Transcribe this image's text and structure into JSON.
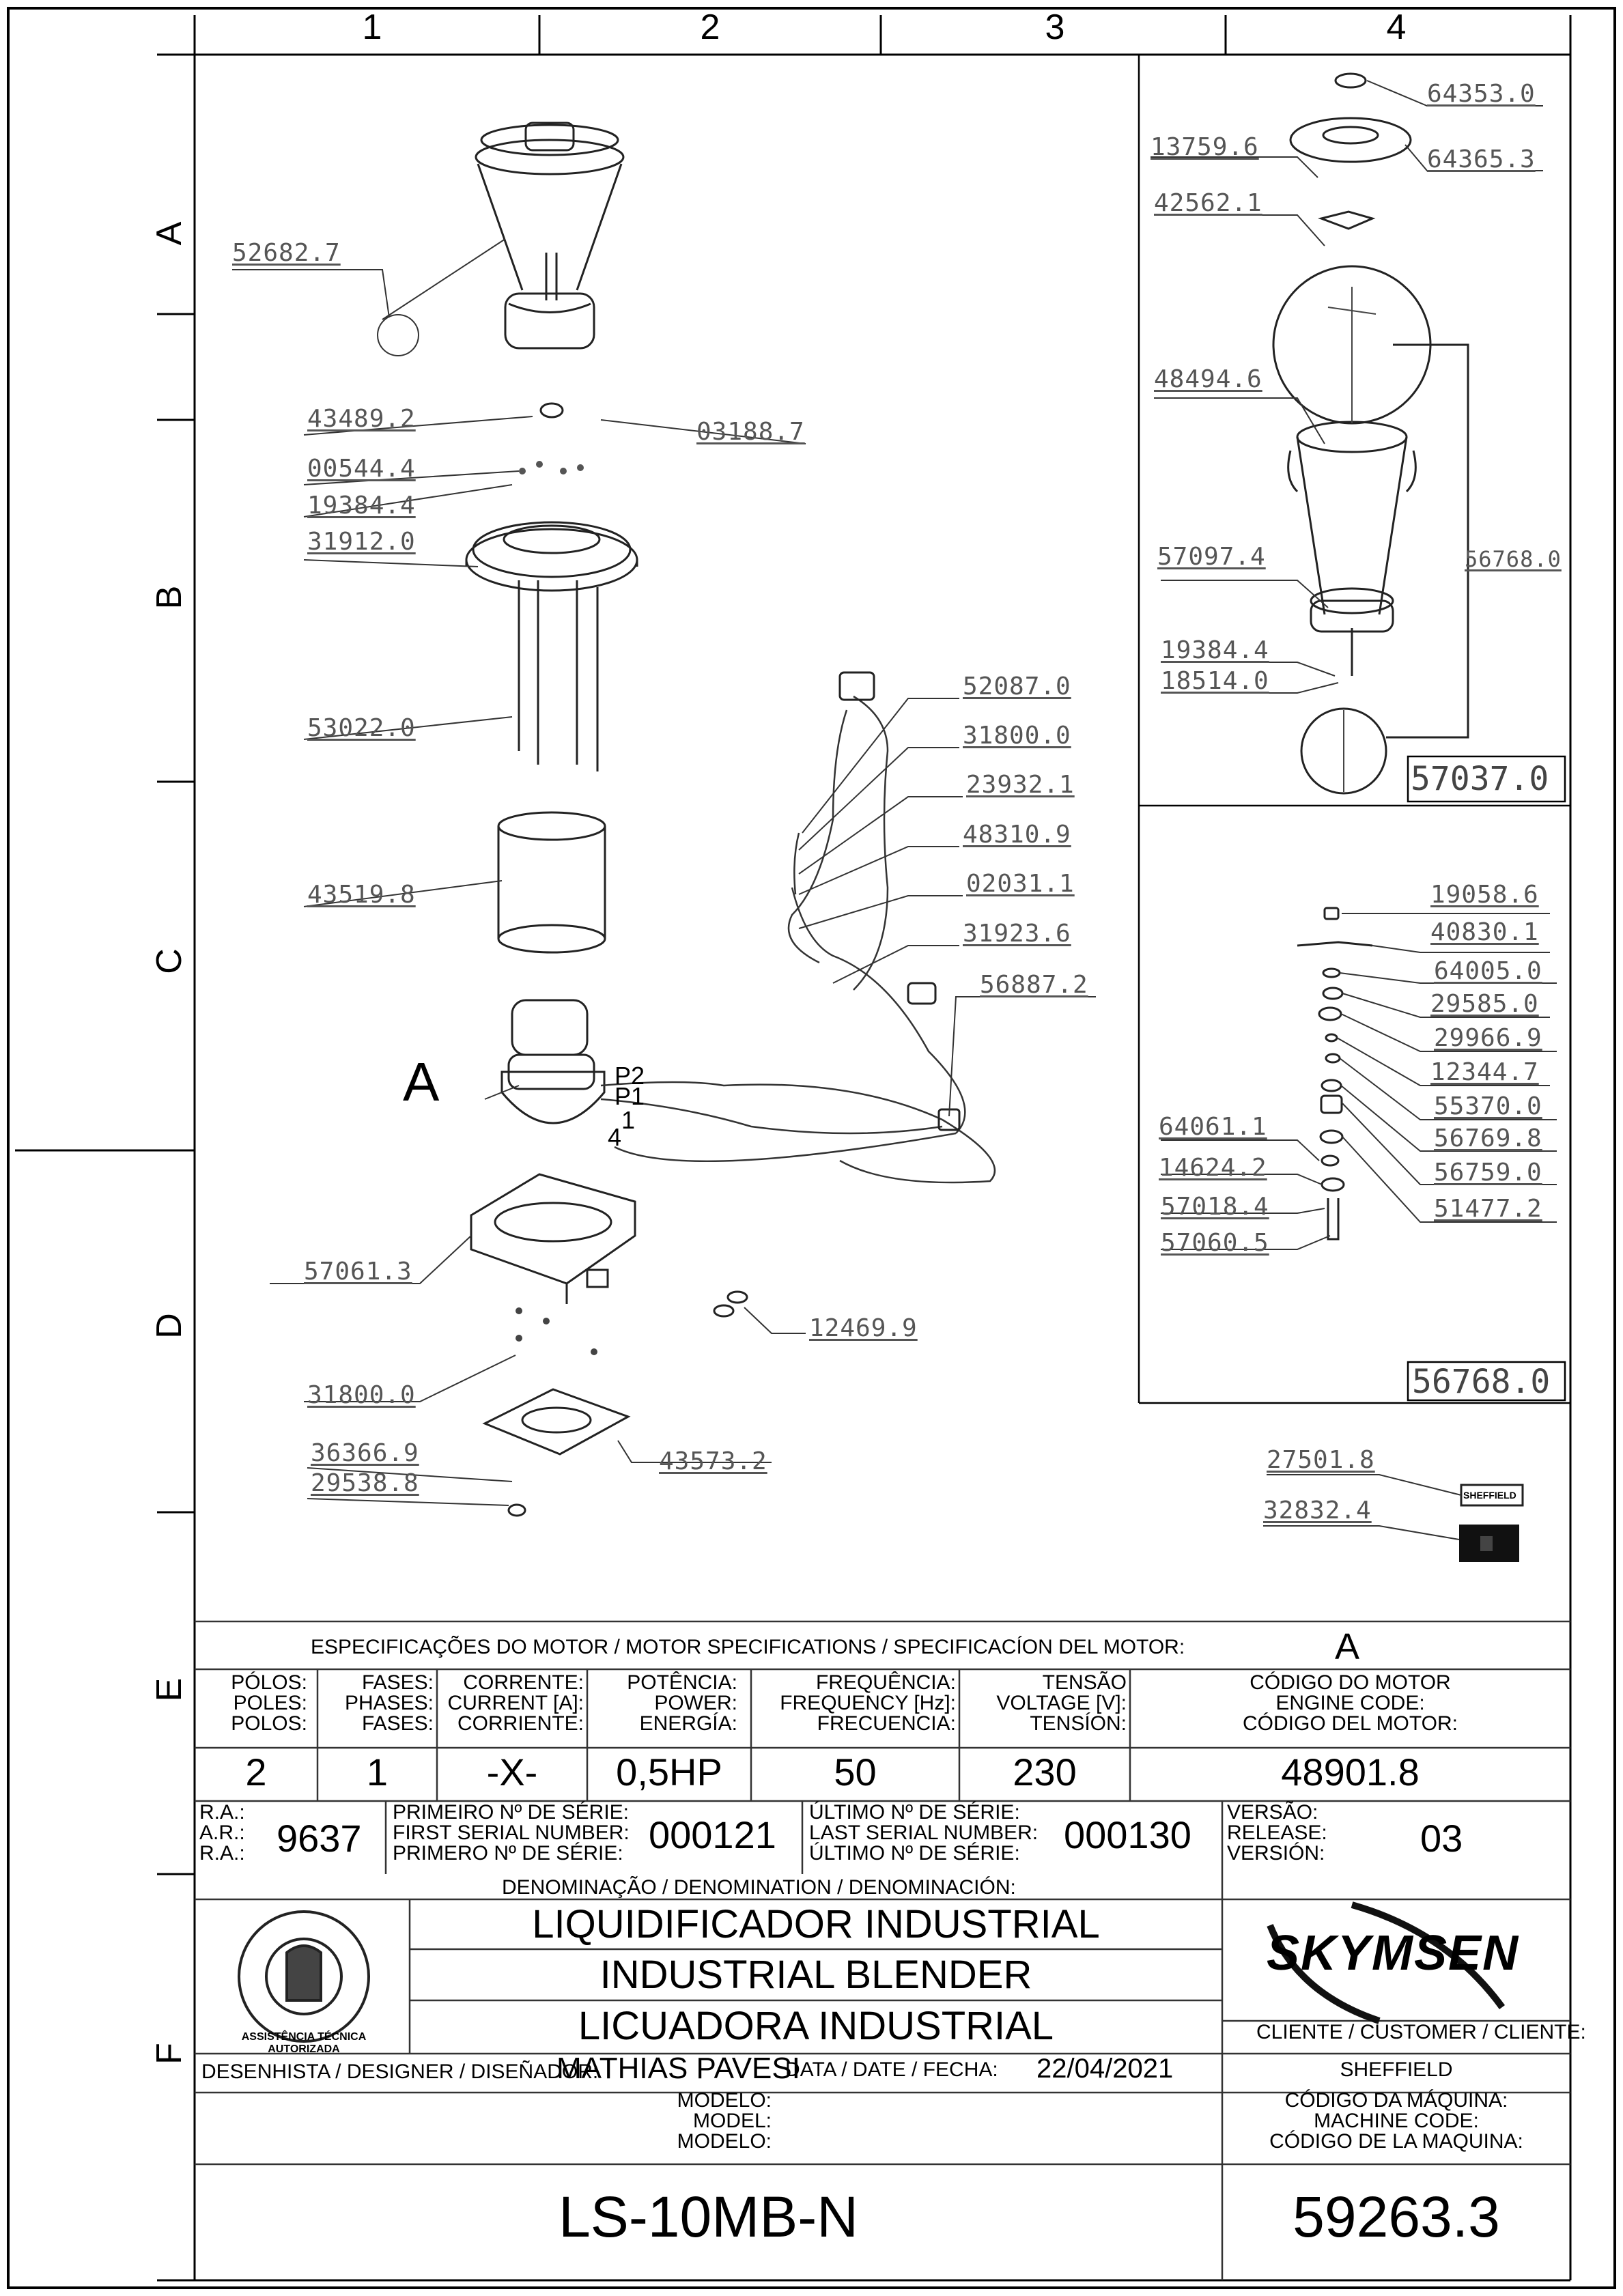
{
  "grid": {
    "columns": [
      "1",
      "2",
      "3",
      "4"
    ],
    "rows": [
      "A",
      "B",
      "C",
      "D",
      "E",
      "F"
    ]
  },
  "parts": {
    "p52682_7": "52682.7",
    "p43489_2": "43489.2",
    "p03188_7": "03188.7",
    "p00544_4": "00544.4",
    "p19384_4a": "19384.4",
    "p31912_0": "31912.0",
    "p53022_0": "53022.0",
    "p43519_8": "43519.8",
    "p57061_3": "57061.3",
    "p31800_0a": "31800.0",
    "p36366_9": "36366.9",
    "p29538_8": "29538.8",
    "p43573_2": "43573.2",
    "p12469_9": "12469.9",
    "p52087_0": "52087.0",
    "p31800_0b": "31800.0",
    "p23932_1": "23932.1",
    "p48310_9": "48310.9",
    "p02031_1": "02031.1",
    "p31923_6": "31923.6",
    "p56887_2": "56887.2",
    "p64353_0": "64353.0",
    "p13759_6": "13759.6",
    "p64365_3": "64365.3",
    "p42562_1": "42562.1",
    "p48494_6": "48494.6",
    "p57097_4": "57097.4",
    "p56768_0side": "56768.0",
    "p19384_4b": "19384.4",
    "p18514_0": "18514.0",
    "p57037_0": "57037.0",
    "p19058_6": "19058.6",
    "p40830_1": "40830.1",
    "p64005_0": "64005.0",
    "p29585_0": "29585.0",
    "p29966_9": "29966.9",
    "p12344_7": "12344.7",
    "p55370_0": "55370.0",
    "p56769_8": "56769.8",
    "p56759_0": "56759.0",
    "p51477_2": "51477.2",
    "p64061_1": "64061.1",
    "p14624_2": "14624.2",
    "p57018_4": "57018.4",
    "p57060_5": "57060.5",
    "p56768_0box": "56768.0",
    "p27501_8": "27501.8",
    "p32832_4": "32832.4"
  },
  "motor_label": "A",
  "wire_labels": {
    "p2": "P2",
    "p1": "P1",
    "one": "1",
    "four": "4"
  },
  "nameplate_text": "SHEFFIELD",
  "spec": {
    "title": "ESPECIFICAÇÕES DO MOTOR / MOTOR SPECIFICATIONS / SPECIFICACÍON DEL MOTOR:",
    "motor_ref": "A",
    "headers": {
      "poles": [
        "PÓLOS:",
        "POLES:",
        "POLOS:"
      ],
      "phases": [
        "FASES:",
        "PHASES:",
        "FASES:"
      ],
      "current": [
        "CORRENTE:",
        "CURRENT [A]:",
        "CORRIENTE:"
      ],
      "power": [
        "POTÊNCIA:",
        "POWER:",
        "ENERGÍA:"
      ],
      "frequency": [
        "FREQUÊNCIA:",
        "FREQUENCY [Hz]:",
        "FRECUENCIA:"
      ],
      "voltage": [
        "TENSÃO",
        "VOLTAGE [V]:",
        "TENSÍON:"
      ],
      "engine_code": [
        "CÓDIGO DO MOTOR",
        "ENGINE CODE:",
        "CÓDIGO DEL MOTOR:"
      ]
    },
    "values": {
      "poles": "2",
      "phases": "1",
      "current": "-X-",
      "power": "0,5HP",
      "frequency": "50",
      "voltage": "230",
      "engine_code": "48901.8"
    }
  },
  "serial": {
    "ra_labels": [
      "R.A.:",
      "A.R.:",
      "R.A.:"
    ],
    "ra_value": "9637",
    "first_labels": [
      "PRIMEIRO Nº DE SÉRIE:",
      "FIRST SERIAL NUMBER:",
      "PRIMERO Nº DE SÉRIE:"
    ],
    "first_value": "000121",
    "last_labels": [
      "ÚLTIMO Nº DE SÉRIE:",
      "LAST SERIAL NUMBER:",
      "ÚLTIMO Nº DE SÉRIE:"
    ],
    "last_value": "000130",
    "version_labels": [
      "VERSÃO:",
      "RELEASE:",
      "VERSIÓN:"
    ],
    "version_value": "03"
  },
  "denomination": {
    "header": "DENOMINAÇÃO / DENOMINATION / DENOMINACIÓN:",
    "pt": "LIQUIDIFICADOR INDUSTRIAL",
    "en": "INDUSTRIAL BLENDER",
    "es": "LICUADORA INDUSTRIAL"
  },
  "seal": {
    "text": "ASSISTÊNCIA TÉCNICA AUTORIZADA"
  },
  "brand": "SKYMSEN",
  "client": {
    "label": "CLIENTE / CUSTOMER / CLIENTE:",
    "value": "SHEFFIELD"
  },
  "designer": {
    "label": "DESENHISTA / DESIGNER / DISEÑADOR:",
    "name": "MATHIAS PAVESI",
    "date_label": "DATA / DATE / FECHA:",
    "date": "22/04/2021"
  },
  "model": {
    "labels": [
      "MODELO:",
      "MODEL:",
      "MODELO:"
    ],
    "value": "LS-10MB-N"
  },
  "machine_code": {
    "labels": [
      "CÓDIGO DA MÁQUINA:",
      "MACHINE CODE:",
      "CÓDIGO DE LA MAQUINA:"
    ],
    "value": "59263.3"
  }
}
